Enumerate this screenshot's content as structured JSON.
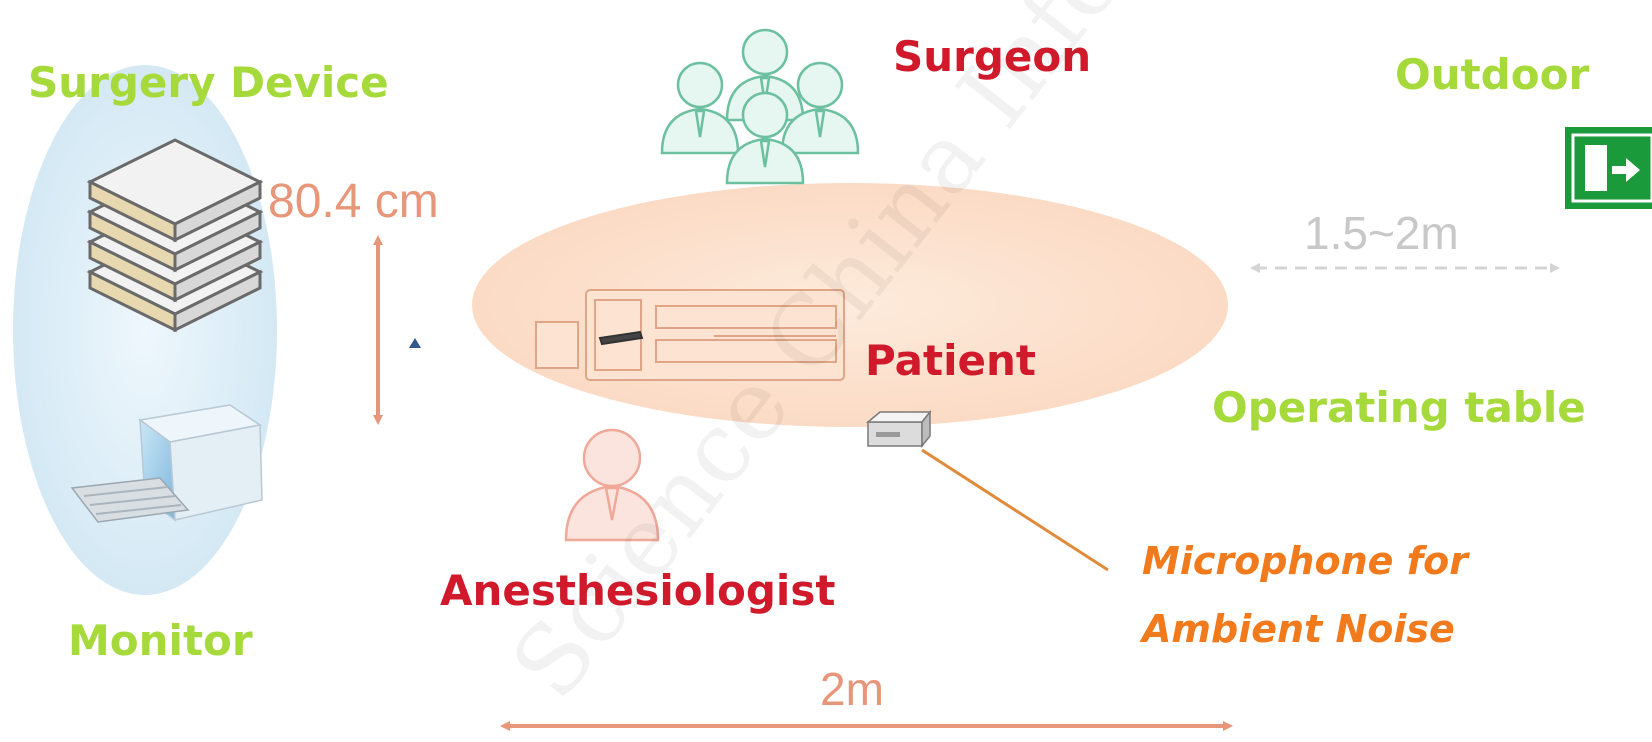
{
  "labels": {
    "surgery_device": "Surgery Device",
    "monitor": "Monitor",
    "surgeon": "Surgeon",
    "outdoor": "Outdoor",
    "patient": "Patient",
    "operating_table": "Operating table",
    "anesthesiologist": "Anesthesiologist",
    "microphone_line1": "Microphone for",
    "microphone_line2": "Ambient Noise"
  },
  "measurements": {
    "device_height": "80.4 cm",
    "door_distance": "1.5~2m",
    "table_length": "2m"
  },
  "watermark": "Science China Information Sciences",
  "icons": [
    "server-stack-icon",
    "computer-monitor-icon",
    "surgeon-group-icon",
    "anesthesiologist-icon",
    "patient-on-table-icon",
    "microphone-icon",
    "exit-door-icon"
  ],
  "colors": {
    "label_green": "#a6d93a",
    "label_red": "#d01a2c",
    "microphone_orange": "#f07a1c",
    "measure_salmon": "#e8967a",
    "measure_gray": "#c8c8c8",
    "exit_green": "#1a9a3a",
    "device_zone": "#d5ebf6",
    "table_zone": "#fde4d2"
  }
}
